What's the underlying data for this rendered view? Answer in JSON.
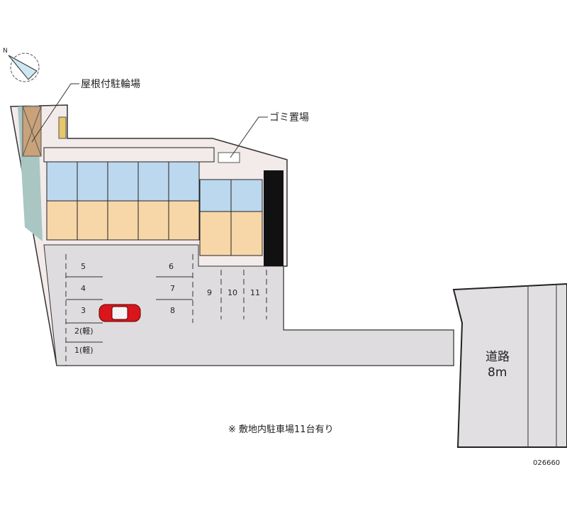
{
  "labels": {
    "bicycle_parking": "屋根付駐輪場",
    "garbage": "ゴミ置場",
    "road_name": "道路",
    "road_width": "8m",
    "note": "※ 敷地内駐車場11台有り",
    "code": "026660"
  },
  "parking_spaces": [
    "1(軽)",
    "2(軽)",
    "3",
    "4",
    "5",
    "6",
    "7",
    "8",
    "9",
    "10",
    "11"
  ],
  "colors": {
    "lot": "#dedcdf",
    "site": "#f0e6e6",
    "unit_blue": "#bcd8ee",
    "unit_peach": "#f7d7a8",
    "car": "#d8161b",
    "green": "#9fbcb8"
  }
}
